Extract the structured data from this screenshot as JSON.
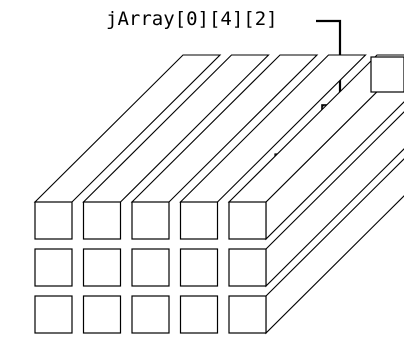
{
  "diagram": {
    "callout": {
      "label": "jArray[0][4][2]"
    },
    "grid": {
      "rows": 3,
      "columns": 5,
      "inner_cubes": 2,
      "highlight_color": "#000000"
    }
  }
}
